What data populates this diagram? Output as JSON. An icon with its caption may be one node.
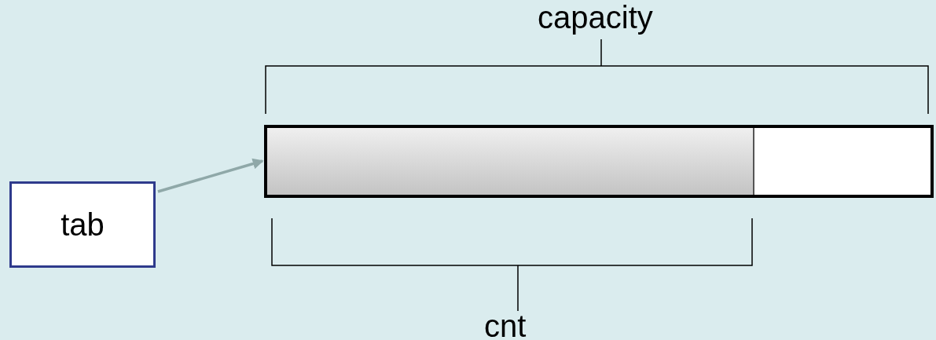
{
  "diagram": {
    "nodes": [
      {
        "text": [
          "tab"
        ]
      },
      {
        "text": [],
        "shape": "bar"
      },
      {
        "text": [],
        "shape": "bar",
        "in": 1
      }
    ],
    "edges": [
      {
        "from": 0,
        "to": 1,
        "arrow": "to",
        "color": "#8fa8a8"
      }
    ],
    "labels": [
      "capacity",
      "cnt"
    ]
  }
}
